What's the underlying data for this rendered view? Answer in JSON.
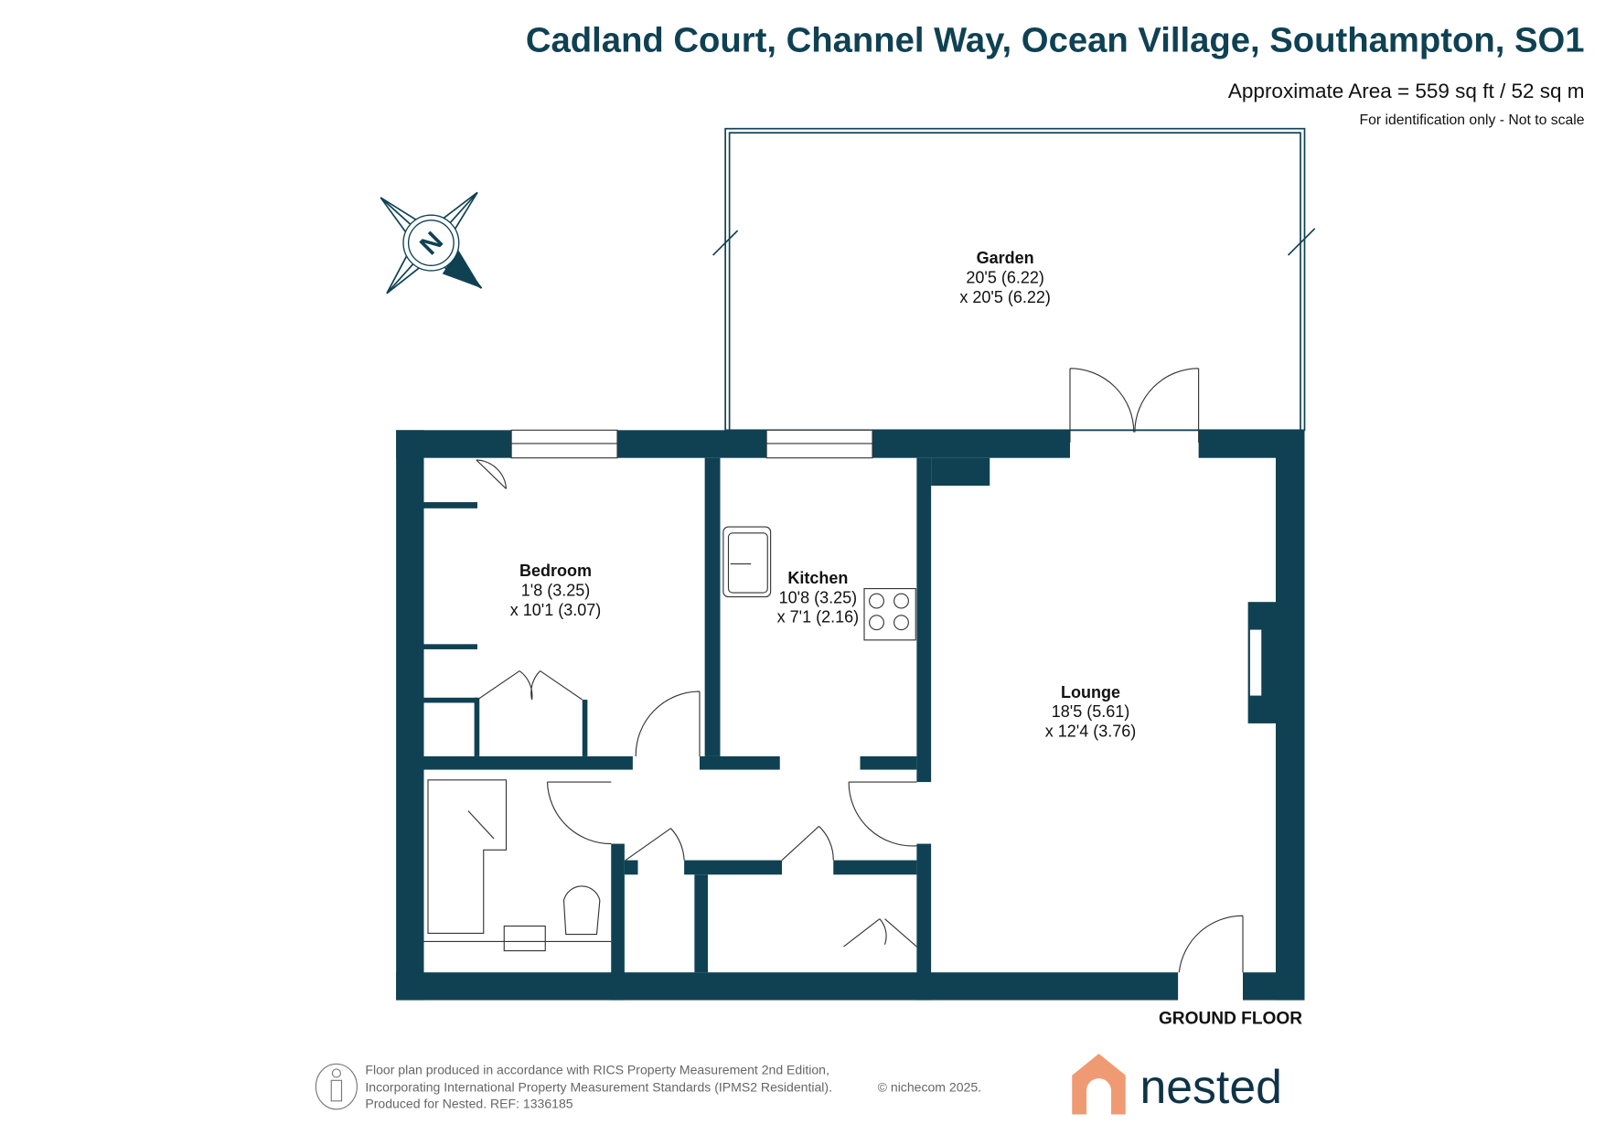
{
  "header": {
    "title": "Cadland Court, Channel Way, Ocean Village, Southampton, SO1",
    "area": "Approximate Area = 559 sq ft / 52 sq m",
    "disclaimer": "For identification only - Not to scale"
  },
  "compass": {
    "letter": "N"
  },
  "rooms": [
    {
      "name": "Garden",
      "dim1": "20'5 (6.22)",
      "dim2": "x 20'5 (6.22)"
    },
    {
      "name": "Bedroom",
      "dim1": "1'8 (3.25)",
      "dim2": "x 10'1 (3.07)"
    },
    {
      "name": "Kitchen",
      "dim1": "10'8 (3.25)",
      "dim2": "x 7'1 (2.16)"
    },
    {
      "name": "Lounge",
      "dim1": "18'5 (5.61)",
      "dim2": "x 12'4 (3.76)"
    }
  ],
  "floor_label": "GROUND FLOOR",
  "footer": {
    "line1": "Floor plan produced in accordance with RICS Property Measurement 2nd Edition,",
    "line2": "Incorporating International Property Measurement Standards (IPMS2 Residential).",
    "copyright": "© nichecom 2025.",
    "line3": "Produced for Nested.  REF:  1336185",
    "brand": "nested"
  },
  "colors": {
    "wall": "#0f4153",
    "brand": "#ef9a73"
  }
}
